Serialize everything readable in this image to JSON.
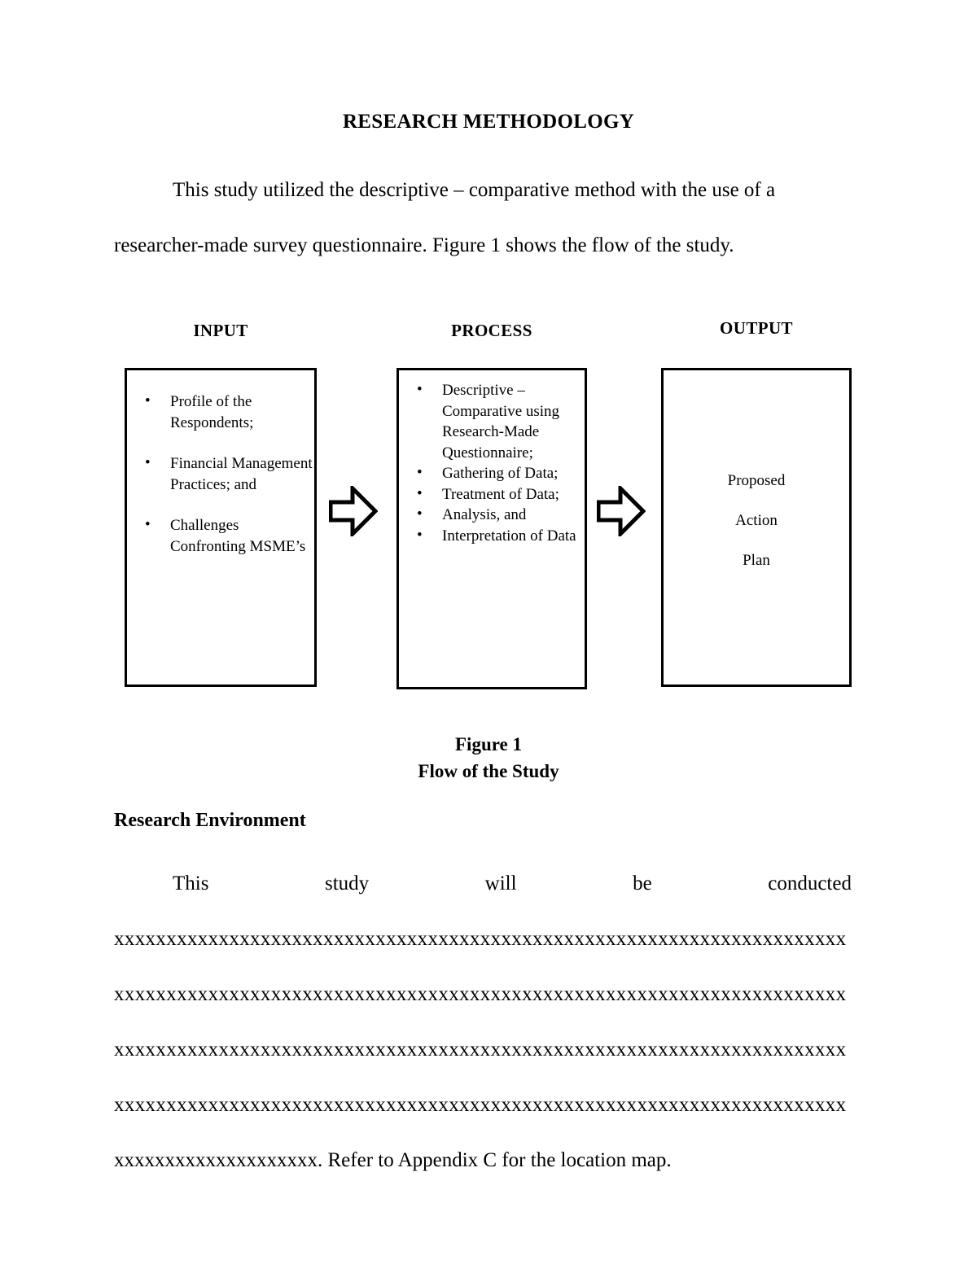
{
  "document": {
    "title": "RESEARCH METHODOLOGY",
    "intro": {
      "line1": "This study utilized the descriptive – comparative method with the use of a",
      "line2": "researcher-made survey questionnaire. Figure 1 shows the flow of the study."
    }
  },
  "figure": {
    "columns": {
      "input_label": "INPUT",
      "process_label": "PROCESS",
      "output_label": "OUTPUT"
    },
    "input_items": [
      "Profile of the Respondents;",
      "Financial Management Practices; and",
      "Challenges Confronting MSME’s"
    ],
    "process_items": [
      "Descriptive – Comparative using Research-Made Questionnaire;",
      "Gathering of Data;",
      "Treatment of Data;",
      "Analysis, and",
      "Interpretation of Data"
    ],
    "output_lines": [
      "Proposed",
      "Action",
      "Plan"
    ],
    "arrow_1": "right-arrow",
    "arrow_2": "right-arrow",
    "caption_line1": "Figure 1",
    "caption_line2": "Flow of the Study"
  },
  "research_environment": {
    "heading": "Research Environment",
    "justified_words": [
      "This",
      "study",
      "will",
      "be",
      "conducted"
    ],
    "filler_lines": [
      "xxxxxxxxxxxxxxxxxxxxxxxxxxxxxxxxxxxxxxxxxxxxxxxxxxxxxxxxxxxxxxxxxxxxxx",
      "xxxxxxxxxxxxxxxxxxxxxxxxxxxxxxxxxxxxxxxxxxxxxxxxxxxxxxxxxxxxxxxxxxxxxx",
      "xxxxxxxxxxxxxxxxxxxxxxxxxxxxxxxxxxxxxxxxxxxxxxxxxxxxxxxxxxxxxxxxxxxxxx",
      "xxxxxxxxxxxxxxxxxxxxxxxxxxxxxxxxxxxxxxxxxxxxxxxxxxxxxxxxxxxxxxxxxxxxxx"
    ],
    "final_line": "xxxxxxxxxxxxxxxxxxxx. Refer to Appendix C for the location map."
  }
}
